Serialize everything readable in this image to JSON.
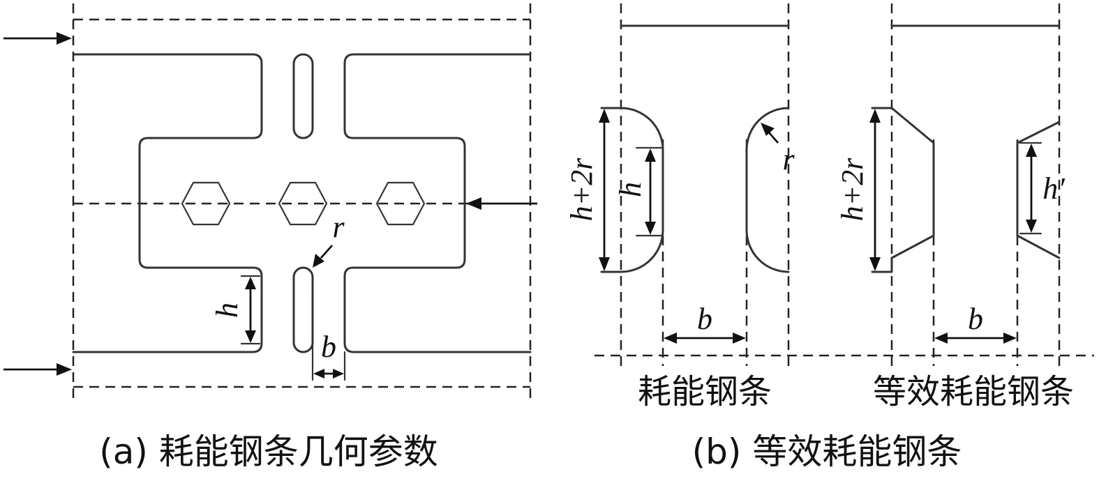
{
  "panel_a": {
    "caption": "(a) 耗能钢条几何参数",
    "labels": {
      "h": "h",
      "b": "b",
      "r": "r"
    }
  },
  "panel_b": {
    "caption": "(b) 等效耗能钢条",
    "left_title": "耗能钢条",
    "right_title": "等效耗能钢条",
    "labels": {
      "h2r_left": "h+2r",
      "h_left": "h",
      "r": "r",
      "b_left": "b",
      "h2r_right": "h+2r",
      "h_prime": "h′",
      "b_right": "b"
    }
  }
}
